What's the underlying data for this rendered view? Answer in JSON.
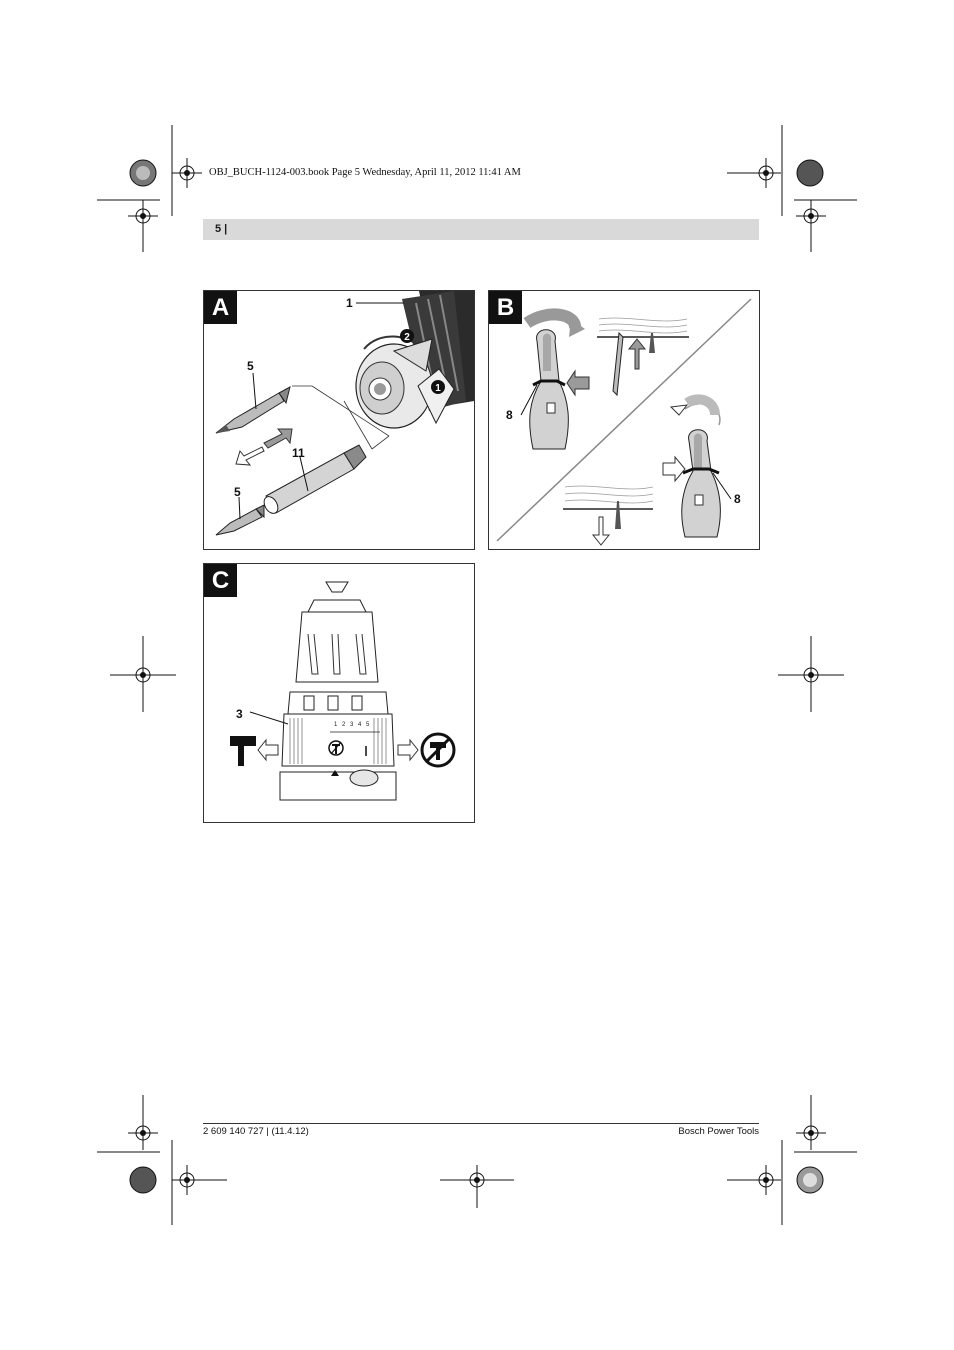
{
  "print_header": "OBJ_BUCH-1124-003.book  Page 5  Wednesday, April 11, 2012  11:41 AM",
  "page_number": "5 |",
  "figures": {
    "a": {
      "label": "A",
      "callouts": {
        "c1": "1",
        "c5_top": "5",
        "c11": "11",
        "c5_bottom": "5",
        "step1": "1",
        "step2": "2"
      }
    },
    "b": {
      "label": "B",
      "callouts": {
        "c8_left": "8",
        "c8_right": "8"
      }
    },
    "c": {
      "label": "C",
      "callouts": {
        "c3": "3"
      }
    }
  },
  "footer": {
    "left": "2 609 140 727 | (11.4.12)",
    "right": "Bosch Power Tools"
  },
  "colors": {
    "page_bar": "#d9d9d9",
    "badge": "#111111",
    "line": "#333333",
    "tool_dark": "#2b2b2b",
    "tool_mid": "#8a8a8a",
    "tool_light": "#e6e6e6"
  }
}
